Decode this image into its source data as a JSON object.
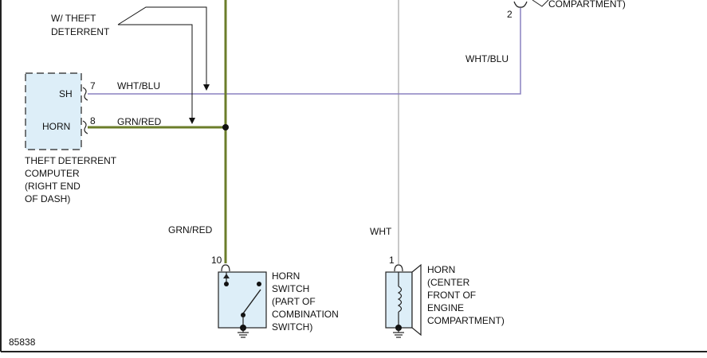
{
  "figure_id": "85838",
  "colors": {
    "wht_blu": "#8a80c0",
    "grn_red": "#6b7d2a",
    "wht": "#c8c8c8",
    "component_fill": "#ddeef8",
    "frame": "#222222"
  },
  "theft_deterrent_note": [
    "W/ THEFT",
    "DETERRENT"
  ],
  "computer": {
    "pin_sh_label": "SH",
    "pin_horn_label": "HORN",
    "pin_sh_number": "7",
    "pin_horn_number": "8",
    "caption": [
      "THEFT DETERRENT",
      "COMPUTER",
      "(RIGHT END",
      "OF DASH)"
    ]
  },
  "wires": {
    "wht_blu_left": "WHT/BLU",
    "grn_red_upper": "GRN/RED",
    "wht_blu_right": "WHT/BLU",
    "grn_red_lower": "GRN/RED",
    "wht": "WHT"
  },
  "top_connector": {
    "pin_number": "2",
    "caption_fragment": "COMPARTMENT)"
  },
  "horn_switch": {
    "pin_number": "10",
    "caption": [
      "HORN",
      "SWITCH",
      "(PART OF",
      "COMBINATION",
      "SWITCH)"
    ]
  },
  "horn": {
    "pin_number": "1",
    "caption": [
      "HORN",
      "(CENTER",
      "FRONT OF",
      "ENGINE",
      "COMPARTMENT)"
    ]
  }
}
